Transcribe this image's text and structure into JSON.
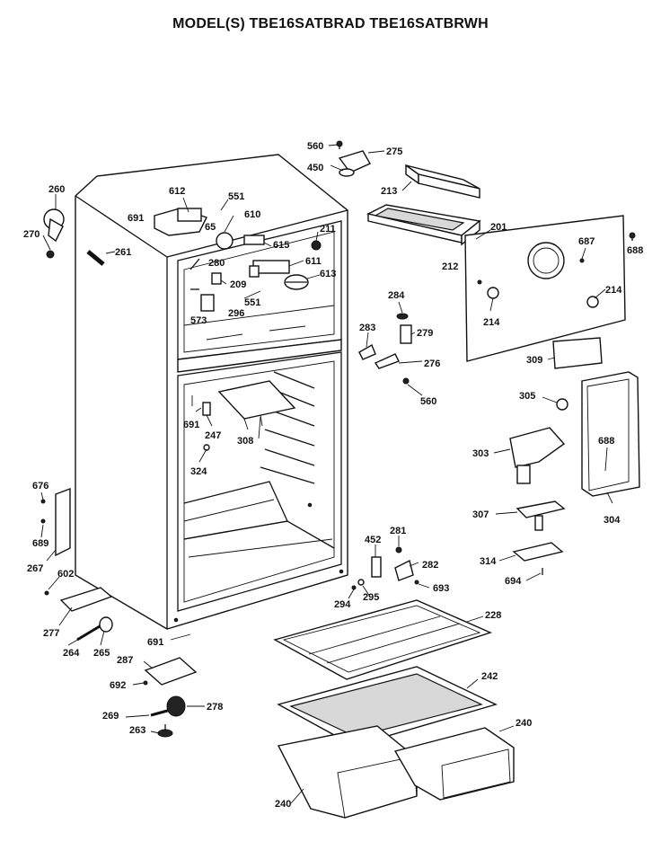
{
  "title": "MODEL(S) TBE16SATBRAD  TBE16SATBRWH",
  "labels": {
    "560a": "560",
    "275": "275",
    "450": "450",
    "213": "213",
    "260": "260",
    "270": "270",
    "261": "261",
    "612": "612",
    "551a": "551",
    "691a": "691",
    "65": "65",
    "610": "610",
    "615": "615",
    "211": "211",
    "611": "611",
    "613": "613",
    "280": "280",
    "209": "209",
    "551b": "551",
    "573": "573",
    "296": "296",
    "212": "212",
    "201": "201",
    "687": "687",
    "688a": "688",
    "214a": "214",
    "214b": "214",
    "284": "284",
    "283": "283",
    "279": "279",
    "276": "276",
    "560b": "560",
    "309": "309",
    "305": "305",
    "691b": "691",
    "247": "247",
    "308": "308",
    "324": "324",
    "303": "303",
    "688b": "688",
    "676": "676",
    "689": "689",
    "267": "267",
    "602": "602",
    "307": "307",
    "304": "304",
    "452": "452",
    "281": "281",
    "282": "282",
    "314": "314",
    "693": "693",
    "694": "694",
    "294": "294",
    "295": "295",
    "277": "277",
    "264": "264",
    "265": "265",
    "691c": "691",
    "228": "228",
    "287": "287",
    "692": "692",
    "242": "242",
    "278": "278",
    "269": "269",
    "263": "263",
    "240a": "240",
    "240b": "240"
  }
}
